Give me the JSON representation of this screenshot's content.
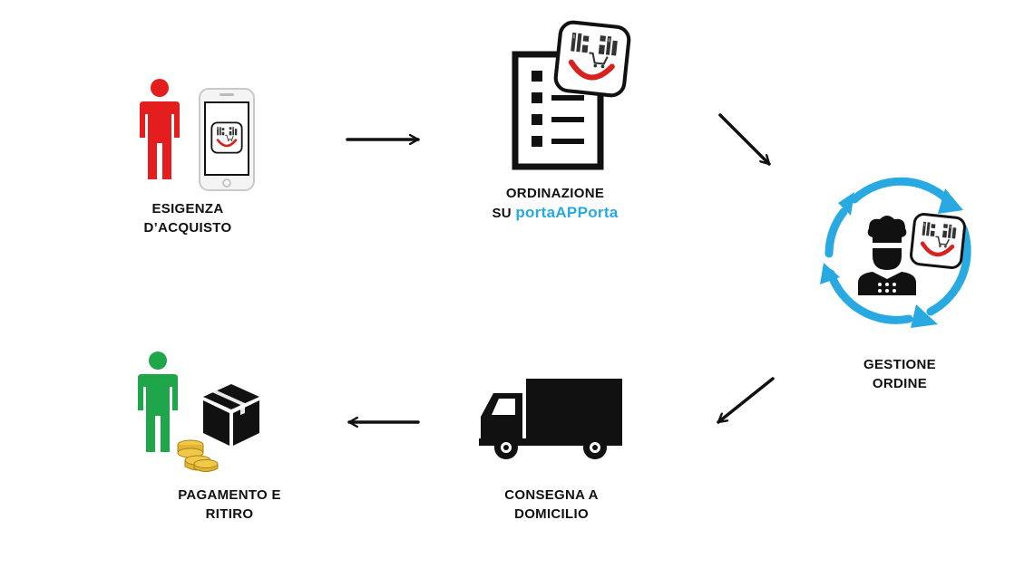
{
  "colors": {
    "red_person": "#e41e1e",
    "green_person": "#1fa64a",
    "cycle_blue": "#29a9e1",
    "brand_blue": "#29a9e1",
    "black": "#111111",
    "coin_gold": "#e2b533",
    "logo_red": "#d6231f"
  },
  "steps": [
    {
      "id": "esigenza",
      "icons": [
        "person-red-icon",
        "smartphone-app-icon"
      ],
      "label_line1": "ESIGENZA",
      "label_line2": "D’ACQUISTO"
    },
    {
      "id": "ordinazione",
      "icons": [
        "order-checklist-icon",
        "app-logo-icon"
      ],
      "label_line1": "ORDINAZIONE",
      "label_prefix": "SU ",
      "label_brand": "portaAPPorta"
    },
    {
      "id": "gestione",
      "icons": [
        "refresh-cycle-icon",
        "chef-icon",
        "app-logo-icon"
      ],
      "label_line1": "GESTIONE",
      "label_line2": "ORDINE"
    },
    {
      "id": "consegna",
      "icons": [
        "delivery-truck-icon"
      ],
      "label_line1": "CONSEGNA A",
      "label_line2": "DOMICILIO"
    },
    {
      "id": "pagamento",
      "icons": [
        "person-green-icon",
        "package-box-icon",
        "coins-icon"
      ],
      "label_line1": "PAGAMENTO E",
      "label_line2": "RITIRO"
    }
  ],
  "arrows": [
    {
      "from": "esigenza",
      "to": "ordinazione",
      "direction": "right"
    },
    {
      "from": "ordinazione",
      "to": "gestione",
      "direction": "down-right"
    },
    {
      "from": "gestione",
      "to": "consegna",
      "direction": "down-left"
    },
    {
      "from": "consegna",
      "to": "pagamento",
      "direction": "left"
    }
  ]
}
